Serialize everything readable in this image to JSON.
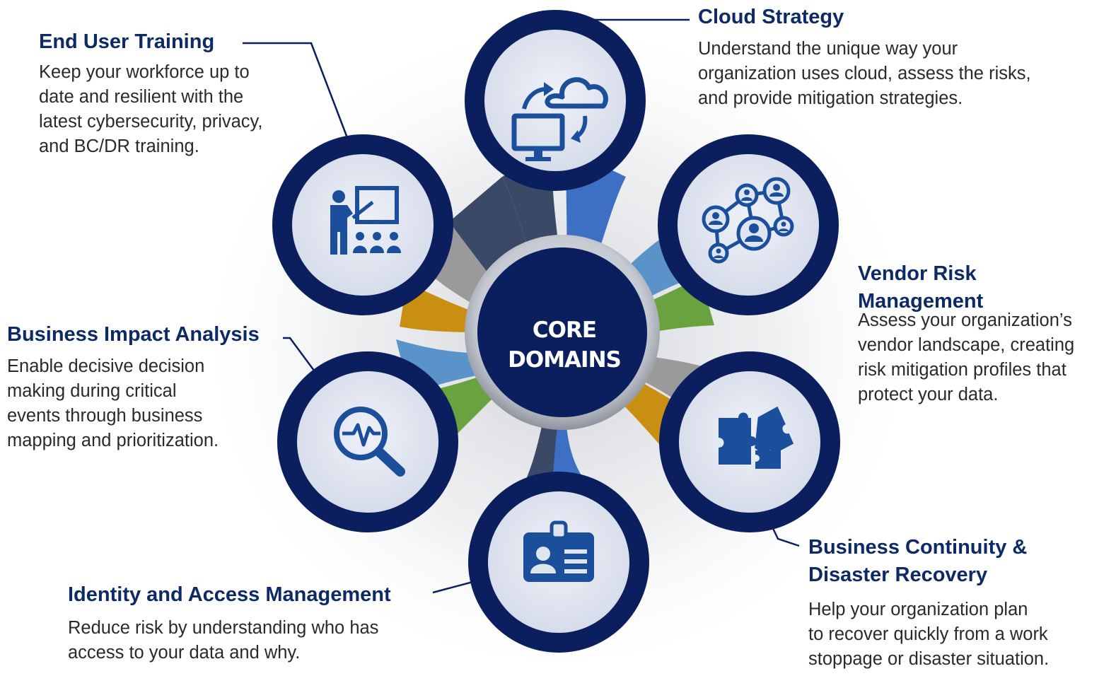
{
  "center": {
    "line1": "CORE",
    "line2": "DOMAINS"
  },
  "colors": {
    "navy": "#0b1f5e",
    "circle_fill": "#dfe4f1",
    "icon_blue": "#1b4f9c",
    "petal_blue": "#3d6fc4",
    "petal_green": "#6aa240",
    "petal_gold": "#c98f12",
    "petal_gray": "#9a9a9a",
    "petal_slate": "#3a4a66",
    "petal_sky": "#5a93c9"
  },
  "domains": {
    "cloud": {
      "title": "Cloud Strategy",
      "desc": "Understand the unique way your\norganization uses cloud, assess the risks,\nand provide mitigation strategies.",
      "icon": "cloud-sync-icon"
    },
    "vendor": {
      "title_line1": "Vendor Risk",
      "title_line2": "Management",
      "desc": "Assess your organization’s\nvendor landscape, creating\nrisk mitigation profiles that\nprotect your data.",
      "icon": "network-people-icon"
    },
    "bcdr": {
      "title_line1": "Business Continuity &",
      "title_line2": "Disaster Recovery",
      "desc": "Help your organization plan\nto recover quickly from a work\nstoppage or disaster situation.",
      "icon": "puzzle-icon"
    },
    "iam": {
      "title": "Identity and Access Management",
      "desc": "Reduce risk by understanding who has\naccess to your data and why.",
      "icon": "id-badge-icon"
    },
    "bia": {
      "title": "Business Impact Analysis",
      "desc": "Enable decisive decision\nmaking during critical\nevents through business\nmapping and prioritization.",
      "icon": "magnifier-pulse-icon"
    },
    "training": {
      "title": "End User Training",
      "desc": "Keep your workforce up to\ndate and resilient with the\nlatest cybersecurity, privacy,\nand BC/DR training.",
      "icon": "presentation-icon"
    }
  }
}
